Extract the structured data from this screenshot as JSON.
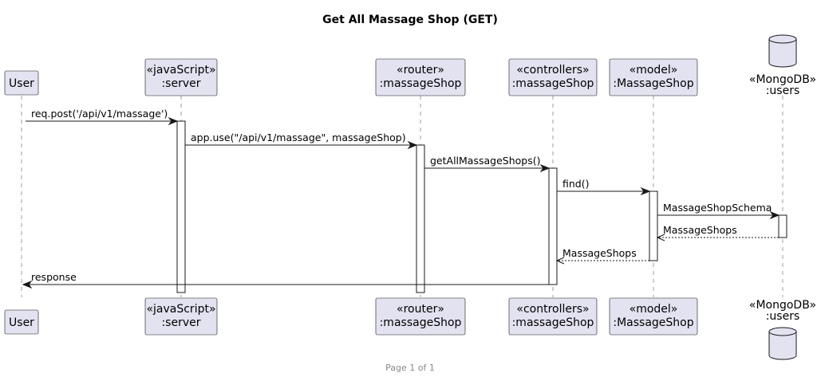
{
  "title": "Get All Massage Shop (GET)",
  "participants": [
    {
      "id": "user",
      "kind": "actor-box",
      "lines": [
        "User"
      ]
    },
    {
      "id": "server",
      "kind": "actor-box",
      "lines": [
        "«javaScript»",
        ":server"
      ]
    },
    {
      "id": "router",
      "kind": "actor-box",
      "lines": [
        "«router»",
        ":massageShop"
      ]
    },
    {
      "id": "controller",
      "kind": "actor-box",
      "lines": [
        "«controllers»",
        ":massageShop"
      ]
    },
    {
      "id": "model",
      "kind": "actor-box",
      "lines": [
        "«model»",
        ":MassageShop"
      ]
    },
    {
      "id": "db",
      "kind": "database",
      "lines": [
        "«MongoDB»",
        ":users"
      ]
    }
  ],
  "messages": [
    {
      "from": "user",
      "to": "server",
      "label": "req.post('/api/v1/massage')",
      "style": "solid"
    },
    {
      "from": "server",
      "to": "router",
      "label": "app.use(\"/api/v1/massage\", massageShop)",
      "style": "solid"
    },
    {
      "from": "router",
      "to": "controller",
      "label": "getAllMassageShops()",
      "style": "solid"
    },
    {
      "from": "controller",
      "to": "model",
      "label": "find()",
      "style": "solid"
    },
    {
      "from": "model",
      "to": "db",
      "label": "MassageShopSchema",
      "style": "solid"
    },
    {
      "from": "db",
      "to": "model",
      "label": "MassageShops",
      "style": "dashed"
    },
    {
      "from": "model",
      "to": "controller",
      "label": "MassageShops",
      "style": "dashed"
    },
    {
      "from": "controller",
      "to": "user",
      "label": "response",
      "style": "solid"
    }
  ],
  "footer": "Page 1 of 1"
}
